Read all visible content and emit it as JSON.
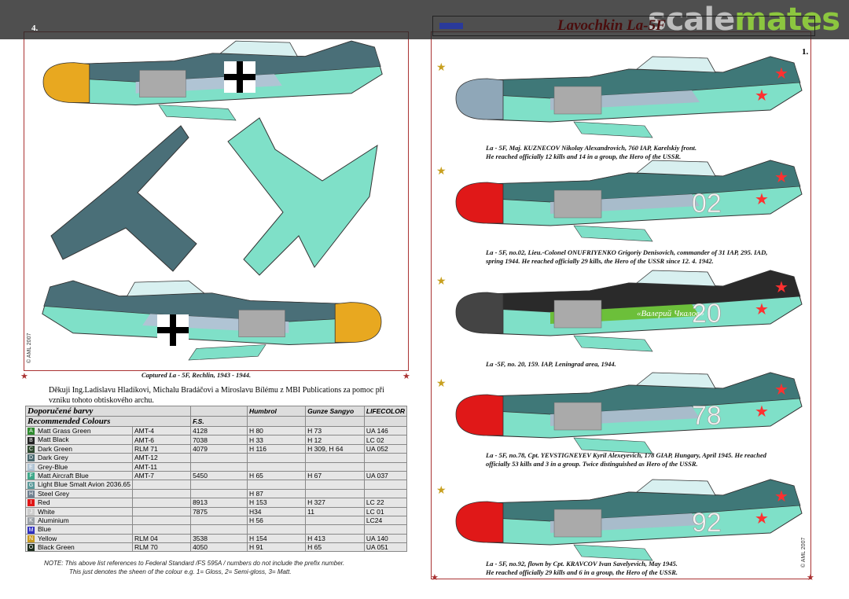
{
  "watermark": {
    "part1": "scale",
    "part2": "mates"
  },
  "header": {
    "title": "Lavochkin La-5F"
  },
  "left_panel": {
    "number": "4.",
    "caption": "Captured La - 5F, Rechlin, 1943 - 1944.",
    "copyright": "© AML 2007"
  },
  "right_panel": {
    "number": "1.",
    "copyright": "© AML 2007"
  },
  "profiles": [
    {
      "caption1": "La - 5F, Maj. KUZNECOV Nikolay Alexandrovich, 760 IAP, Karelskiy front.",
      "caption2": "He reached officially 12 kills and 14 in a group, the Hero of the USSR.",
      "code": "",
      "nose": "#8fa7b8",
      "top": "#3f7878",
      "bottom": "#7fe0c8",
      "mid": "#a8bccb"
    },
    {
      "caption1": "La - 5F, no.02, Lieu.-Colonel ONUFRIYENKO Grigoriy Denisovich, commander of 31 IAP, 295. IAD,",
      "caption2": "spring 1944. He reached officially 29 kills, the Hero of the USSR since 12. 4. 1942.",
      "code": "02",
      "nose": "#e01818",
      "top": "#3f7878",
      "bottom": "#7fe0c8",
      "mid": "#a8bccb"
    },
    {
      "caption1": "La -5F, no. 20, 159. IAP, Leningrad area, 1944.",
      "caption2": "",
      "code": "20",
      "slogan": "«Валерий Чкалов»",
      "nose": "#444",
      "top": "#2a2a2a",
      "bottom": "#7fe0c8",
      "mid": "#6cbf3a"
    },
    {
      "caption1": "La - 5F, no.78, Cpt. YEVSTIGNEYEV Kyril Alexeyevich, 178 GIAP, Hungary, April 1945. He reached",
      "caption2": "officially 53 kills and 3 in a group. Twice distinguished as Hero of the USSR.",
      "code": "78",
      "nose": "#e01818",
      "top": "#3f7878",
      "bottom": "#7fe0c8",
      "mid": "#a8bccb"
    },
    {
      "caption1": "La - 5F, no.92, flown by Cpt. KRAVCOV Ivan Savelyevich, May 1945.",
      "caption2": "He reached officially 29 kills and 6 in a group, the Hero of the USSR.",
      "code": "92",
      "nose": "#e01818",
      "top": "#3f7878",
      "bottom": "#7fe0c8",
      "mid": "#a8bccb"
    }
  ],
  "thanks": "Děkuji Ing.Ladislavu Hladíkovi, Michalu Bradáčovi a Miroslavu Bílému z MBI Publications za pomoc při vzniku tohoto obtiskového archu.",
  "colour_table": {
    "title_cz": "Doporučené barvy",
    "title_en": "Recommended Colours",
    "headers": {
      "fs": "F.S.",
      "humbrol": "Humbrol",
      "gunze": "Gunze Sangyo",
      "lifecolor": "LIFECOLOR"
    },
    "rows": [
      {
        "letter": "A",
        "name": "Matt Grass Green",
        "code": "AMT-4",
        "fs": "4128",
        "humbrol": "H 80",
        "gunze": "H 73",
        "lifecolor": "UA 146",
        "color": "#2e8b2e"
      },
      {
        "letter": "B",
        "name": "Matt Black",
        "code": "AMT-6",
        "fs": "7038",
        "humbrol": "H 33",
        "gunze": "H 12",
        "lifecolor": "LC 02",
        "color": "#222222"
      },
      {
        "letter": "C",
        "name": "Dark Green",
        "code": "RLM 71",
        "fs": "4079",
        "humbrol": "H 116",
        "gunze": "H 309, H 64",
        "lifecolor": "UA 052",
        "color": "#2f4a2f"
      },
      {
        "letter": "D",
        "name": "Dark Grey",
        "code": "AMT-12",
        "fs": "",
        "humbrol": "",
        "gunze": "",
        "lifecolor": "",
        "color": "#4a6a70"
      },
      {
        "letter": "E",
        "name": "Grey-Blue",
        "code": "AMT-11",
        "fs": "",
        "humbrol": "",
        "gunze": "",
        "lifecolor": "",
        "color": "#b0c4d4"
      },
      {
        "letter": "F",
        "name": "Matt Aircraft Blue",
        "code": "AMT-7",
        "fs": "5450",
        "humbrol": "H 65",
        "gunze": "H 67",
        "lifecolor": "UA 037",
        "color": "#3fa88a"
      },
      {
        "letter": "G",
        "name": "Light Blue Smalt Avion 2036.65",
        "code": "",
        "fs": "",
        "humbrol": "",
        "gunze": "",
        "lifecolor": "",
        "color": "#5b9a9a"
      },
      {
        "letter": "H",
        "name": "Steel Grey",
        "code": "",
        "fs": "",
        "humbrol": "H 87",
        "gunze": "",
        "lifecolor": "",
        "color": "#708090"
      },
      {
        "letter": "I",
        "name": "Red",
        "code": "",
        "fs": "8913",
        "humbrol": "H 153",
        "gunze": "H 327",
        "lifecolor": "LC 22",
        "color": "#e01818"
      },
      {
        "letter": "J",
        "name": "White",
        "code": "",
        "fs": "7875",
        "humbrol": "H34",
        "gunze": "11",
        "lifecolor": "LC 01",
        "color": "#cccccc"
      },
      {
        "letter": "K",
        "name": "Aluminium",
        "code": "",
        "fs": "",
        "humbrol": "H 56",
        "gunze": "",
        "lifecolor": "LC24",
        "color": "#9aa0a6"
      },
      {
        "letter": "M",
        "name": "Blue",
        "code": "",
        "fs": "",
        "humbrol": "",
        "gunze": "",
        "lifecolor": "",
        "color": "#3030c0"
      },
      {
        "letter": "N",
        "name": "Yellow",
        "code": "RLM 04",
        "fs": "3538",
        "humbrol": "H 154",
        "gunze": "H 413",
        "lifecolor": "UA 140",
        "color": "#c89a20"
      },
      {
        "letter": "O",
        "name": "Black Green",
        "code": "RLM 70",
        "fs": "4050",
        "humbrol": "H 91",
        "gunze": "H 65",
        "lifecolor": "UA 051",
        "color": "#1e2e1e"
      }
    ],
    "note1": "NOTE: This above list references to Federal Standard /FS 595A / numbers do not include the prefix number.",
    "note2": "This just denotes the sheen of the colour e.g. 1= Gloss, 2= Semi-gloss, 3= Matt."
  }
}
